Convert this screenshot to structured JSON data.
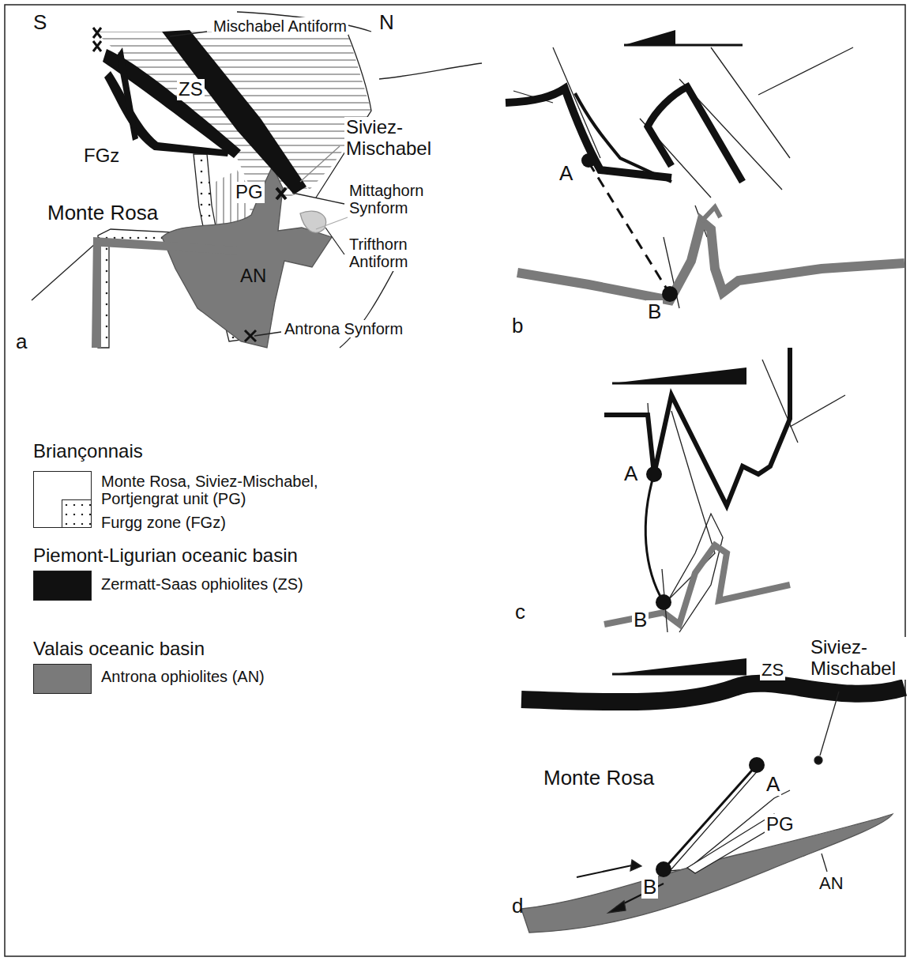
{
  "diagram": {
    "labels": [
      "S",
      "N",
      "Mischabel Antiform",
      "ZS",
      "FGz",
      "Monte Rosa",
      "PG",
      "AN",
      "Siviez- Mischabel",
      "Mittaghorn Synform",
      "Trifthorn Antiform",
      "Antrona Synform",
      "a",
      "A",
      "B",
      "b",
      "A",
      "B",
      "c",
      "Siviez- Mischabel",
      "ZS",
      "Monte Rosa",
      "A",
      "PG",
      "B",
      "AN",
      "d",
      "Briançonnais",
      "Piemont-Ligurian oceanic basin",
      "Valais oceanic basin"
    ],
    "legend": [
      {
        "text": "Monte Rosa, Siviez-Mischabel, Portjengrat unit (PG)",
        "color": "#ffffff"
      },
      {
        "text": "Furgg zone (FGz)"
      },
      {
        "text": "Zermatt-Saas ophiolites (ZS)",
        "color": "#111111"
      },
      {
        "text": "Antrona ophiolites (AN)",
        "color": "#7a7a7a"
      }
    ]
  }
}
